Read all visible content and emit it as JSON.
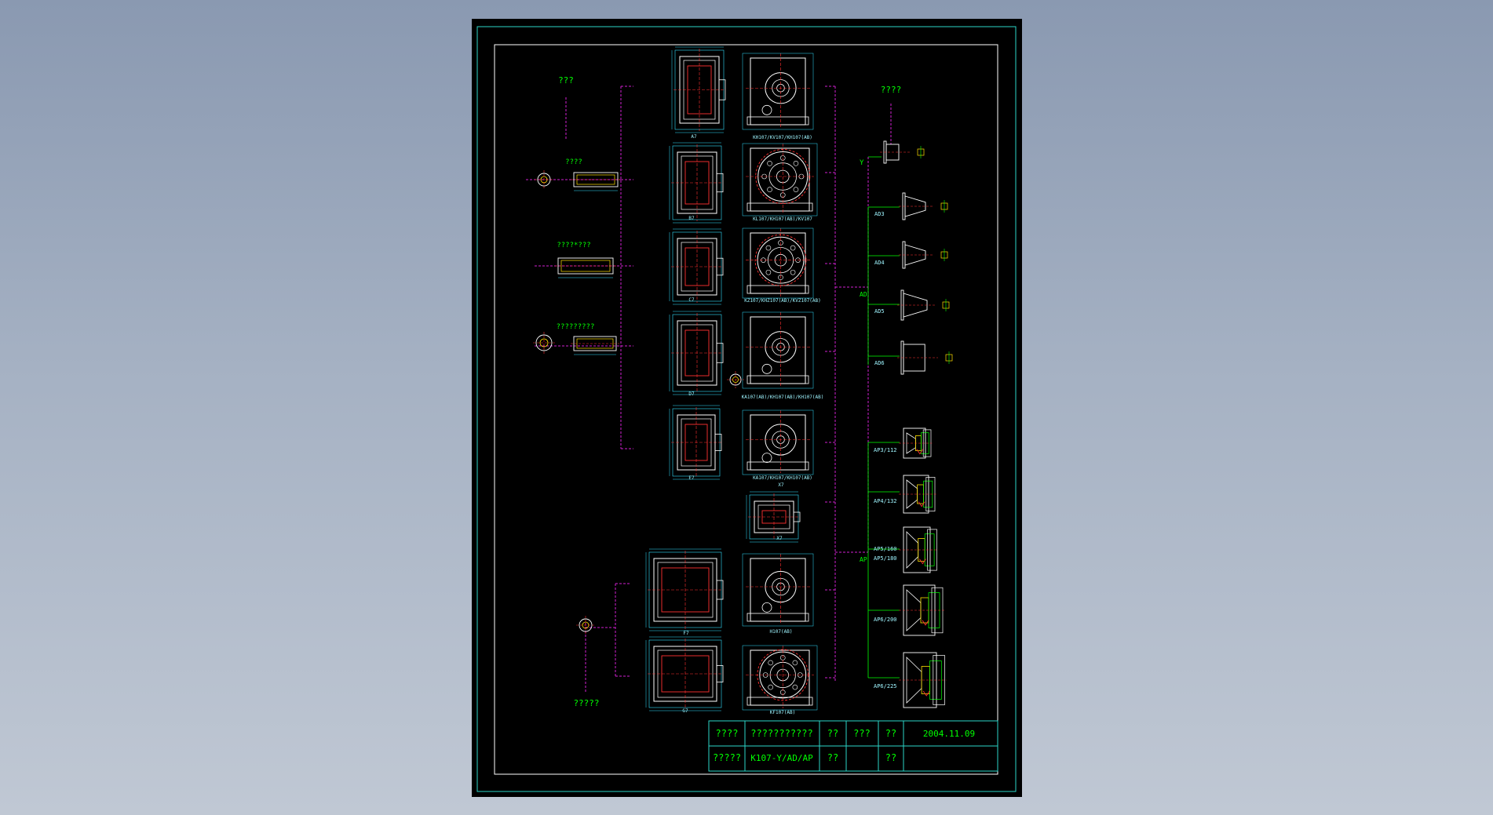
{
  "viewer": {
    "background_top": "#8a99b1",
    "background_bottom": "#c0c8d4",
    "sheet_color": "#000000"
  },
  "colors": {
    "frame": "#2bd6c9",
    "green": "#00ff00",
    "white": "#ffffff",
    "red": "#ff3030",
    "magenta": "#d020d0",
    "yellow": "#ffe000",
    "cyan": "#33e0ff"
  },
  "labels": {
    "top_left_q": "???",
    "shaft_a": "????",
    "shaft_b": "????*???",
    "shaft_c": "?????????",
    "shaft_d": "?????",
    "top_right_q": "????",
    "y": "Y",
    "ad": "AD",
    "ap": "AP"
  },
  "left_views": [
    "A7",
    "B7",
    "C7",
    "D7",
    "E7",
    "F7",
    "G7"
  ],
  "captions": {
    "k1": "KH107/KV107/KH107(AB)",
    "k2": "KL107/KH107(AB)/KV107",
    "k3": "KZ107/KHZ107(AB)/KVZ107(AB)",
    "k4": "KA107(AB)/KH107(AB)/KH107(AB)",
    "k5": "KA107/KH107/KH107(AB)",
    "x7_top": "X7",
    "x7": "X7",
    "h107": "H107(AB)",
    "kf107": "KF107(AB)"
  },
  "ad_items": [
    "AD3",
    "AD4",
    "AD5",
    "AD6"
  ],
  "ap_items": [
    "AP3/112",
    "AP4/132",
    "AP5/160",
    "AP5/180",
    "AP6/200",
    "AP6/225"
  ],
  "title_block": {
    "r1c1": "????",
    "r1c2": "???????????",
    "r1c3": "??",
    "r1c4": "???",
    "r1c5": "??",
    "r1c6": "2004.11.09",
    "r2c1": "?????",
    "r2c2": "K107-Y/AD/AP",
    "r2c3": "??",
    "r2c5": "??"
  }
}
